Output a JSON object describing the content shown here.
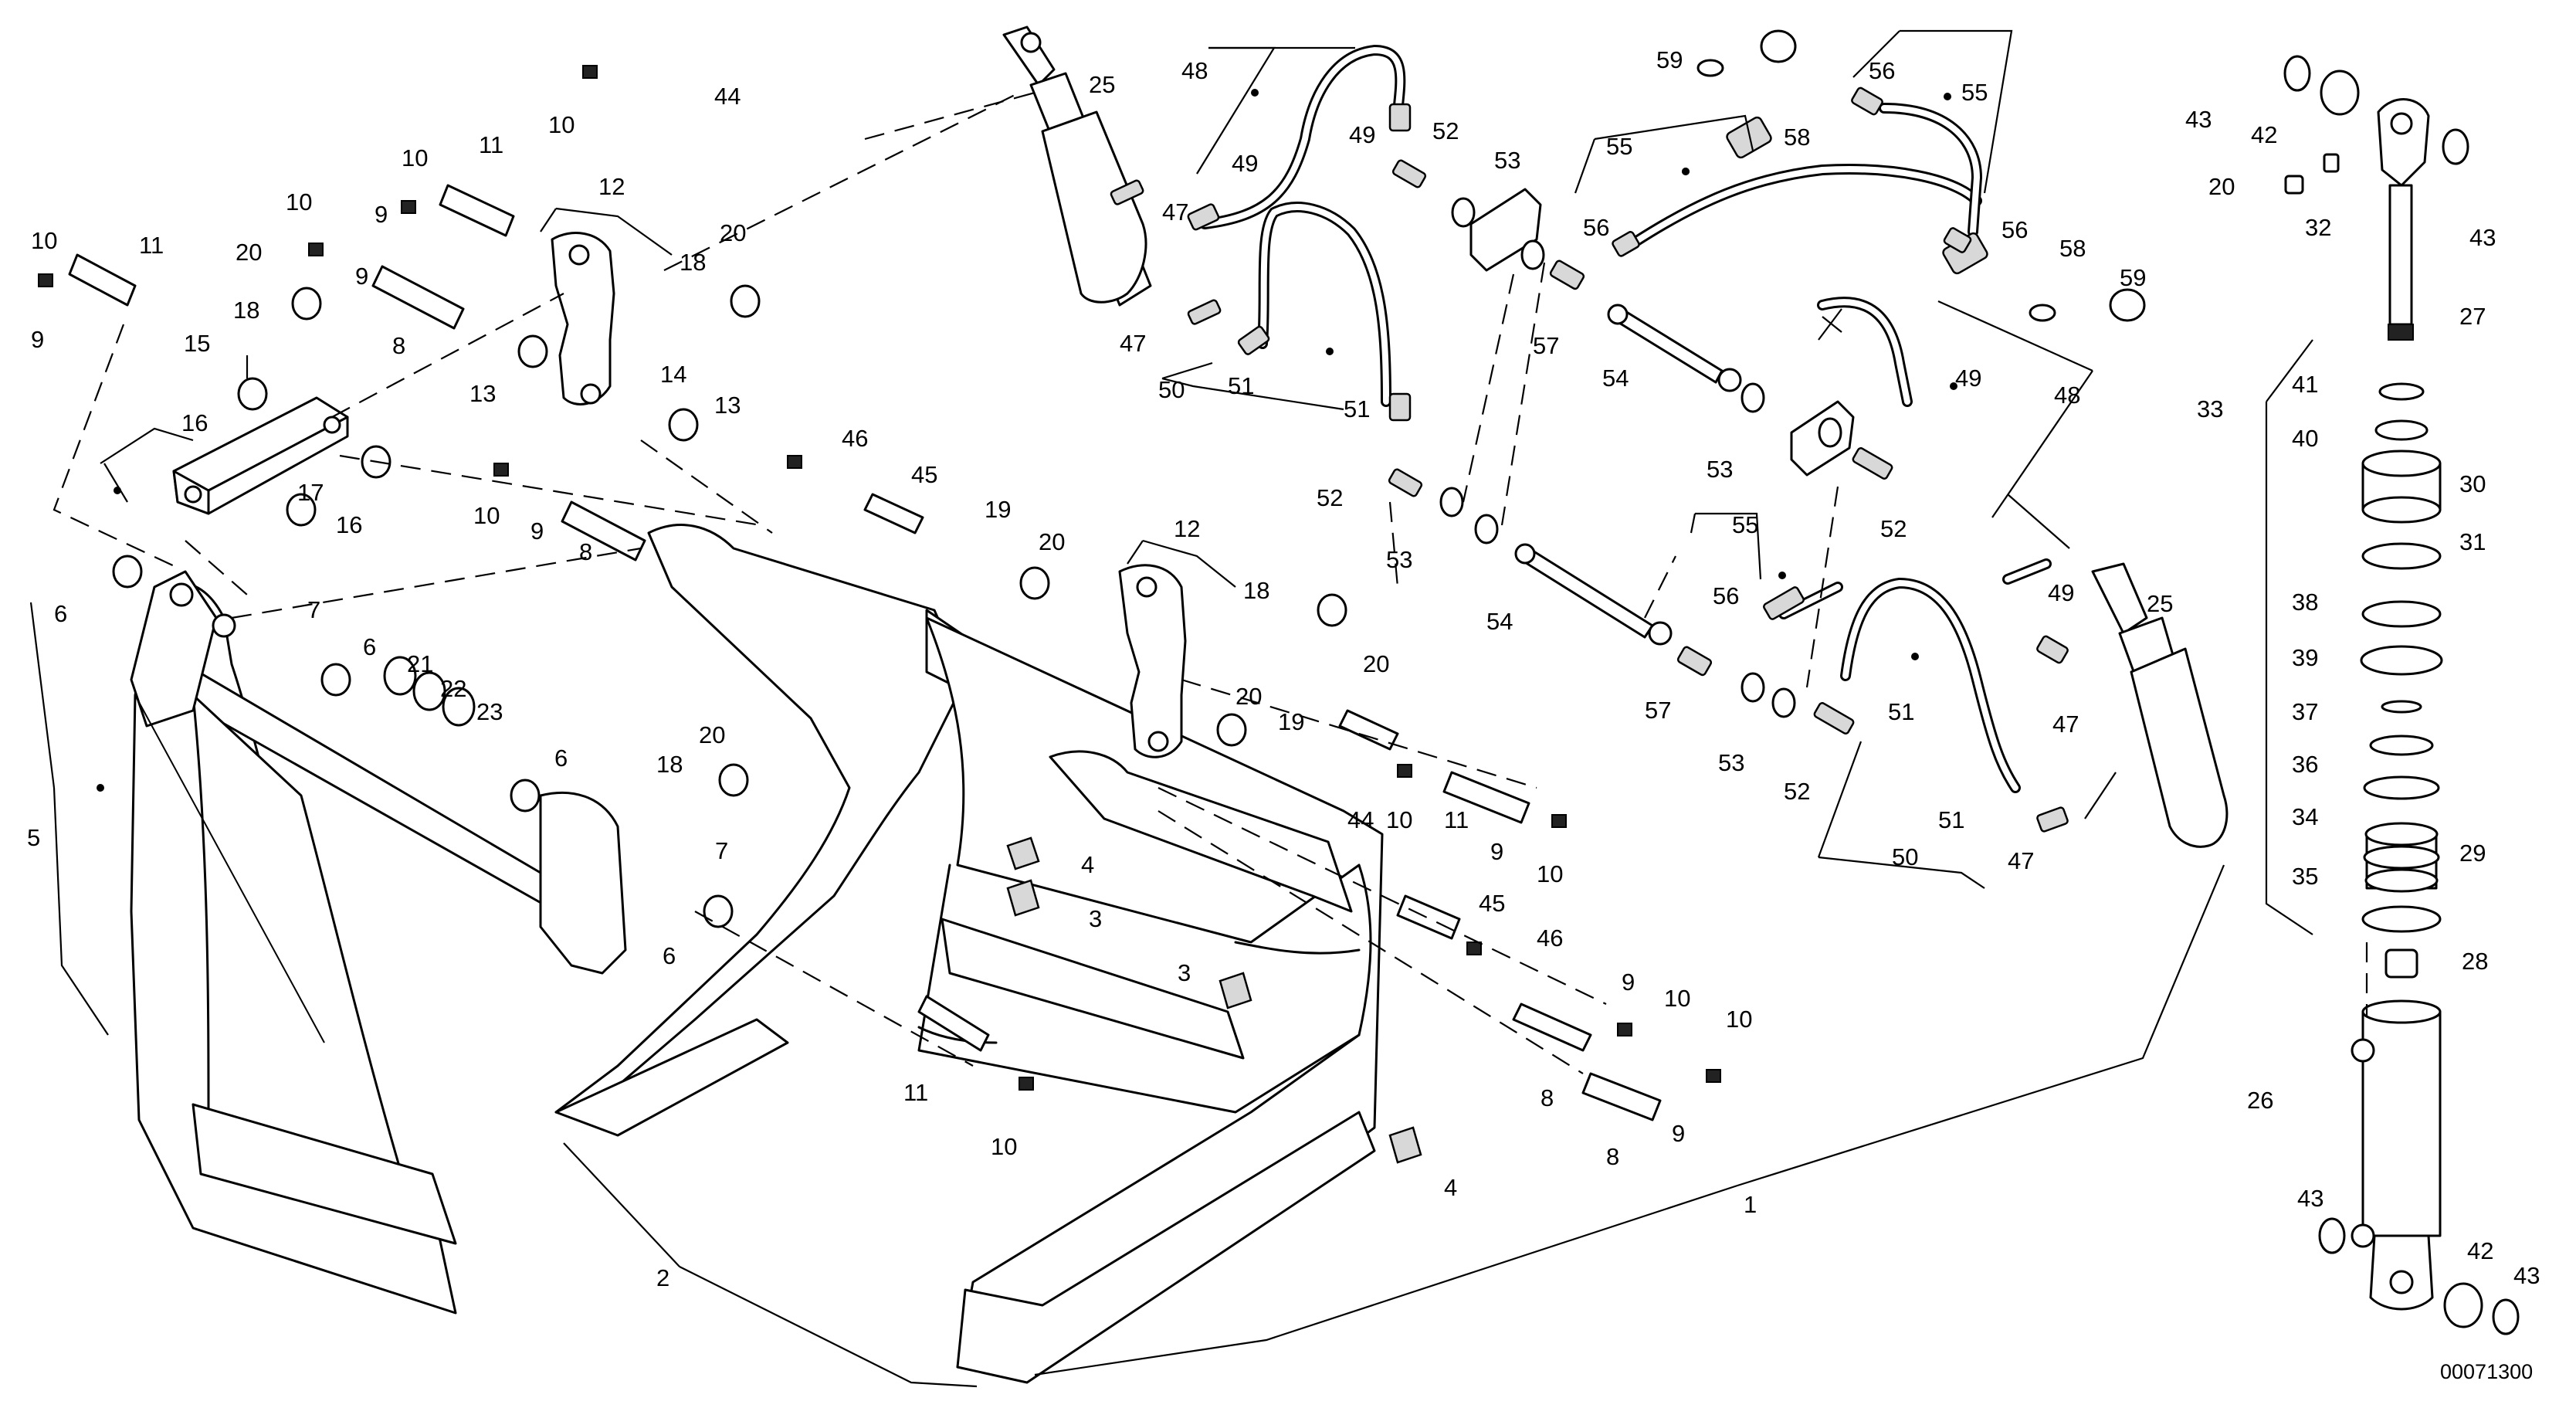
{
  "drawing_number": "00071300",
  "callouts": [
    {
      "id": "c1",
      "text": "1"
    },
    {
      "id": "c2",
      "text": "2"
    },
    {
      "id": "c3a",
      "text": "3"
    },
    {
      "id": "c3b",
      "text": "3"
    },
    {
      "id": "c4a",
      "text": "4"
    },
    {
      "id": "c4b",
      "text": "4"
    },
    {
      "id": "c5",
      "text": "5"
    },
    {
      "id": "c6a",
      "text": "6"
    },
    {
      "id": "c6b",
      "text": "6"
    },
    {
      "id": "c6c",
      "text": "6"
    },
    {
      "id": "c6d",
      "text": "6"
    },
    {
      "id": "c7a",
      "text": "7"
    },
    {
      "id": "c7b",
      "text": "7"
    },
    {
      "id": "c8a",
      "text": "8"
    },
    {
      "id": "c8b",
      "text": "8"
    },
    {
      "id": "c8c",
      "text": "8"
    },
    {
      "id": "c8d",
      "text": "8"
    },
    {
      "id": "c9a",
      "text": "9"
    },
    {
      "id": "c9b",
      "text": "9"
    },
    {
      "id": "c9c",
      "text": "9"
    },
    {
      "id": "c9d",
      "text": "9"
    },
    {
      "id": "c9e",
      "text": "9"
    },
    {
      "id": "c9f",
      "text": "9"
    },
    {
      "id": "c9g",
      "text": "9"
    },
    {
      "id": "c10a",
      "text": "10"
    },
    {
      "id": "c10b",
      "text": "10"
    },
    {
      "id": "c10c",
      "text": "10"
    },
    {
      "id": "c10d",
      "text": "10"
    },
    {
      "id": "c10e",
      "text": "10"
    },
    {
      "id": "c10f",
      "text": "10"
    },
    {
      "id": "c10g",
      "text": "10"
    },
    {
      "id": "c10h",
      "text": "10"
    },
    {
      "id": "c10i",
      "text": "10"
    },
    {
      "id": "c10j",
      "text": "10"
    },
    {
      "id": "c11a",
      "text": "11"
    },
    {
      "id": "c11b",
      "text": "11"
    },
    {
      "id": "c11c",
      "text": "11"
    },
    {
      "id": "c11d",
      "text": "11"
    },
    {
      "id": "c12a",
      "text": "12"
    },
    {
      "id": "c12b",
      "text": "12"
    },
    {
      "id": "c13a",
      "text": "13"
    },
    {
      "id": "c13b",
      "text": "13"
    },
    {
      "id": "c14",
      "text": "14"
    },
    {
      "id": "c15",
      "text": "15"
    },
    {
      "id": "c16a",
      "text": "16"
    },
    {
      "id": "c16b",
      "text": "16"
    },
    {
      "id": "c17",
      "text": "17"
    },
    {
      "id": "c18a",
      "text": "18"
    },
    {
      "id": "c18b",
      "text": "18"
    },
    {
      "id": "c18c",
      "text": "18"
    },
    {
      "id": "c18d",
      "text": "18"
    },
    {
      "id": "c19a",
      "text": "19"
    },
    {
      "id": "c19b",
      "text": "19"
    },
    {
      "id": "c20a",
      "text": "20"
    },
    {
      "id": "c20b",
      "text": "20"
    },
    {
      "id": "c20c",
      "text": "20"
    },
    {
      "id": "c20d",
      "text": "20"
    },
    {
      "id": "c20e",
      "text": "20"
    },
    {
      "id": "c20f",
      "text": "20"
    },
    {
      "id": "c20g",
      "text": "20"
    },
    {
      "id": "c21",
      "text": "21"
    },
    {
      "id": "c22",
      "text": "22"
    },
    {
      "id": "c23",
      "text": "23"
    },
    {
      "id": "c25a",
      "text": "25"
    },
    {
      "id": "c25b",
      "text": "25"
    },
    {
      "id": "c26",
      "text": "26"
    },
    {
      "id": "c27",
      "text": "27"
    },
    {
      "id": "c28",
      "text": "28"
    },
    {
      "id": "c29",
      "text": "29"
    },
    {
      "id": "c30",
      "text": "30"
    },
    {
      "id": "c31",
      "text": "31"
    },
    {
      "id": "c32",
      "text": "32"
    },
    {
      "id": "c33",
      "text": "33"
    },
    {
      "id": "c34",
      "text": "34"
    },
    {
      "id": "c35",
      "text": "35"
    },
    {
      "id": "c36",
      "text": "36"
    },
    {
      "id": "c37",
      "text": "37"
    },
    {
      "id": "c38",
      "text": "38"
    },
    {
      "id": "c39",
      "text": "39"
    },
    {
      "id": "c40",
      "text": "40"
    },
    {
      "id": "c41",
      "text": "41"
    },
    {
      "id": "c42a",
      "text": "42"
    },
    {
      "id": "c42b",
      "text": "42"
    },
    {
      "id": "c43a",
      "text": "43"
    },
    {
      "id": "c43b",
      "text": "43"
    },
    {
      "id": "c43c",
      "text": "43"
    },
    {
      "id": "c43d",
      "text": "43"
    },
    {
      "id": "c44a",
      "text": "44"
    },
    {
      "id": "c44b",
      "text": "44"
    },
    {
      "id": "c45a",
      "text": "45"
    },
    {
      "id": "c45b",
      "text": "45"
    },
    {
      "id": "c46a",
      "text": "46"
    },
    {
      "id": "c46b",
      "text": "46"
    },
    {
      "id": "c47a",
      "text": "47"
    },
    {
      "id": "c47b",
      "text": "47"
    },
    {
      "id": "c47c",
      "text": "47"
    },
    {
      "id": "c47d",
      "text": "47"
    },
    {
      "id": "c48a",
      "text": "48"
    },
    {
      "id": "c48b",
      "text": "48"
    },
    {
      "id": "c49a",
      "text": "49"
    },
    {
      "id": "c49b",
      "text": "49"
    },
    {
      "id": "c49c",
      "text": "49"
    },
    {
      "id": "c49d",
      "text": "49"
    },
    {
      "id": "c50a",
      "text": "50"
    },
    {
      "id": "c50b",
      "text": "50"
    },
    {
      "id": "c51a",
      "text": "51"
    },
    {
      "id": "c51b",
      "text": "51"
    },
    {
      "id": "c51c",
      "text": "51"
    },
    {
      "id": "c51d",
      "text": "51"
    },
    {
      "id": "c52a",
      "text": "52"
    },
    {
      "id": "c52b",
      "text": "52"
    },
    {
      "id": "c52c",
      "text": "52"
    },
    {
      "id": "c52d",
      "text": "52"
    },
    {
      "id": "c53a",
      "text": "53"
    },
    {
      "id": "c53b",
      "text": "53"
    },
    {
      "id": "c53c",
      "text": "53"
    },
    {
      "id": "c53d",
      "text": "53"
    },
    {
      "id": "c54a",
      "text": "54"
    },
    {
      "id": "c54b",
      "text": "54"
    },
    {
      "id": "c55a",
      "text": "55"
    },
    {
      "id": "c55b",
      "text": "55"
    },
    {
      "id": "c55c",
      "text": "55"
    },
    {
      "id": "c56a",
      "text": "56"
    },
    {
      "id": "c56b",
      "text": "56"
    },
    {
      "id": "c56c",
      "text": "56"
    },
    {
      "id": "c56d",
      "text": "56"
    },
    {
      "id": "c57a",
      "text": "57"
    },
    {
      "id": "c57b",
      "text": "57"
    },
    {
      "id": "c58a",
      "text": "58"
    },
    {
      "id": "c58b",
      "text": "58"
    },
    {
      "id": "c59a",
      "text": "59"
    },
    {
      "id": "c59b",
      "text": "59"
    }
  ]
}
